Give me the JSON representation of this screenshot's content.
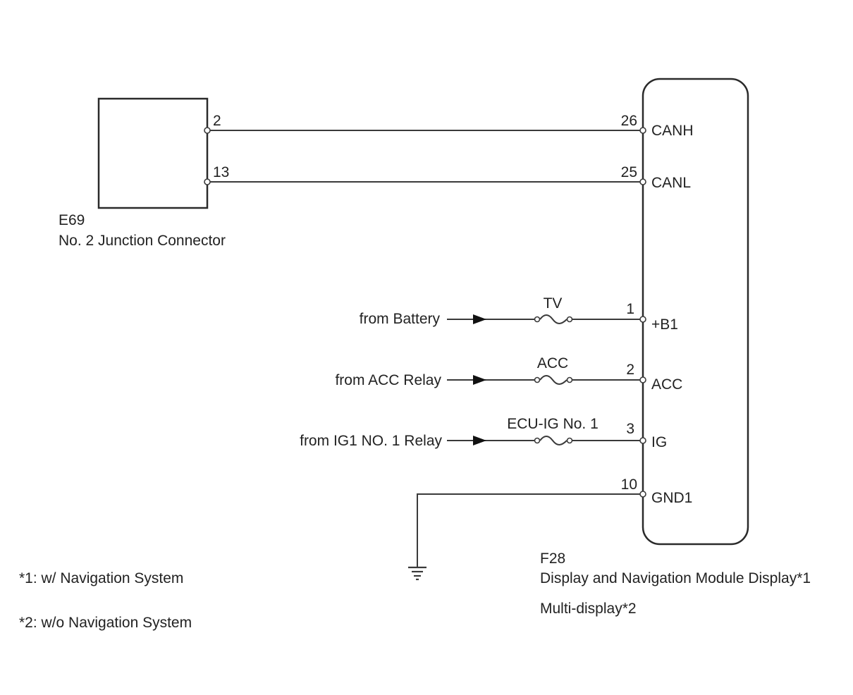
{
  "diagram": {
    "junction_connector": {
      "code": "E69",
      "name": "No. 2 Junction Connector",
      "pins": [
        {
          "number": "2",
          "connects_to": "CANH"
        },
        {
          "number": "13",
          "connects_to": "CANL"
        }
      ]
    },
    "module": {
      "code": "F28",
      "name_1": "Display and Navigation Module Display*1",
      "name_2": "Multi-display*2",
      "pins": [
        {
          "number": "26",
          "signal": "CANH"
        },
        {
          "number": "25",
          "signal": "CANL"
        },
        {
          "number": "1",
          "signal": "+B1"
        },
        {
          "number": "2",
          "signal": "ACC"
        },
        {
          "number": "3",
          "signal": "IG"
        },
        {
          "number": "10",
          "signal": "GND1"
        }
      ]
    },
    "power_inputs": [
      {
        "source": "from Battery",
        "fuse": "TV",
        "pin": "1",
        "signal": "+B1"
      },
      {
        "source": "from ACC Relay",
        "fuse": "ACC",
        "pin": "2",
        "signal": "ACC"
      },
      {
        "source": "from IG1 NO. 1 Relay",
        "fuse": "ECU-IG No. 1",
        "pin": "3",
        "signal": "IG"
      }
    ],
    "ground": {
      "pin": "10",
      "signal": "GND1",
      "symbol": "ground-icon"
    },
    "footnotes": [
      "*1: w/ Navigation System",
      "*2: w/o Navigation System"
    ]
  }
}
